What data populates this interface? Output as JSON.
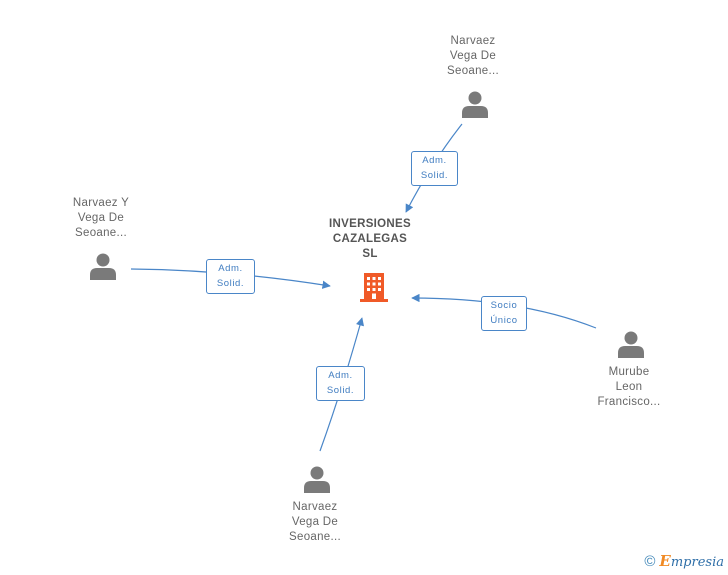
{
  "center": {
    "name_lines": [
      "INVERSIONES",
      "CAZALEGAS",
      "SL"
    ],
    "icon": "building-icon",
    "color": "#f05a28"
  },
  "persons": [
    {
      "id": "top",
      "name_lines": [
        "Narvaez",
        "Vega De",
        "Seoane..."
      ],
      "icon": "person-icon"
    },
    {
      "id": "left",
      "name_lines": [
        "Narvaez Y",
        "Vega De",
        "Seoane..."
      ],
      "icon": "person-icon"
    },
    {
      "id": "bottom",
      "name_lines": [
        "Narvaez",
        "Vega De",
        "Seoane..."
      ],
      "icon": "person-icon"
    },
    {
      "id": "right",
      "name_lines": [
        "Murube",
        "Leon",
        "Francisco..."
      ],
      "icon": "person-icon"
    }
  ],
  "relations": [
    {
      "from": "top",
      "lines": [
        "Adm.",
        "Solid."
      ]
    },
    {
      "from": "left",
      "lines": [
        "Adm.",
        "Solid."
      ]
    },
    {
      "from": "bottom",
      "lines": [
        "Adm.",
        "Solid."
      ]
    },
    {
      "from": "right",
      "lines": [
        "Socio",
        "Único"
      ]
    }
  ],
  "footer": {
    "copyright_symbol": "©",
    "brand_initial": "E",
    "brand_rest": "mpresia",
    "icon": "copyright-icon"
  },
  "colors": {
    "edge": "#4a86c8",
    "person": "#7a7a7a",
    "company": "#f05a28"
  }
}
